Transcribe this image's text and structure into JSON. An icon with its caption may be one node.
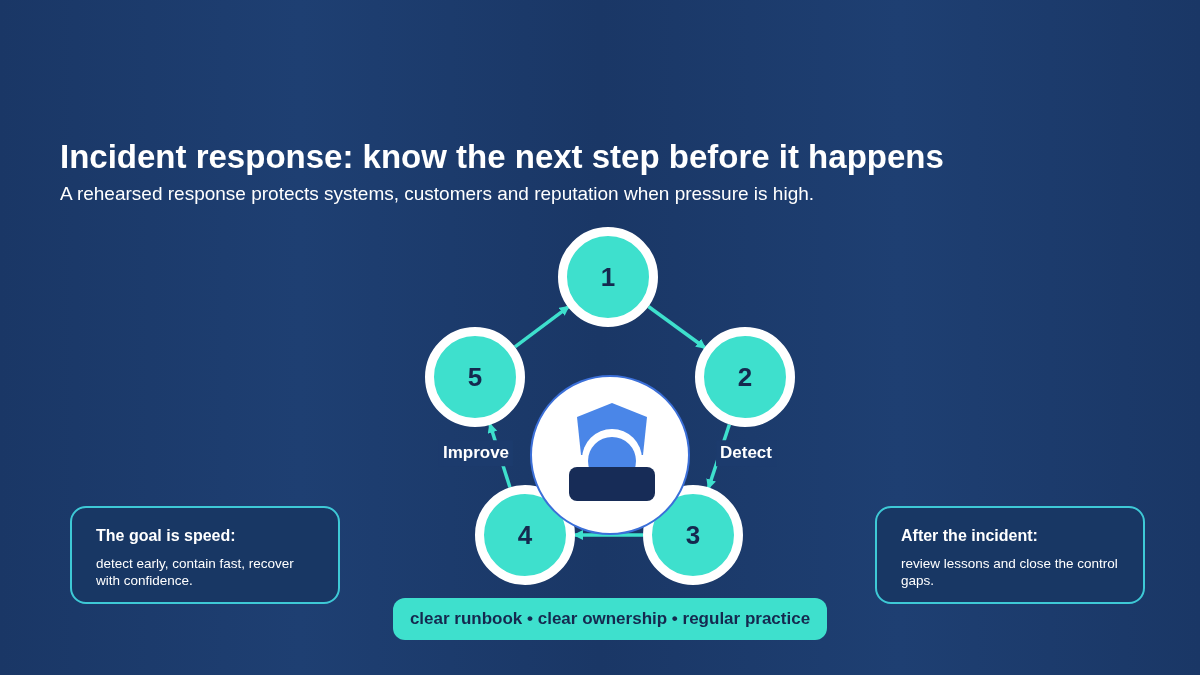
{
  "diagram": {
    "title": "Incident response: know the next step before it happens",
    "nodes": [
      {
        "text": [
          "1"
        ]
      },
      {
        "text": [
          "2"
        ]
      },
      {
        "text": [
          "3"
        ]
      },
      {
        "text": [
          "4"
        ]
      },
      {
        "text": [
          "5"
        ]
      },
      {
        "text": [],
        "shape": "circle"
      },
      {
        "text": [
          "The goal is speed:",
          "detect early, contain fast, recover with confidence."
        ]
      },
      {
        "text": [
          "After the incident:",
          "review lessons and close the control gaps."
        ]
      },
      {
        "text": [
          "clear runbook • clear ownership • regular practice"
        ]
      }
    ],
    "edges": [
      {
        "from": 0,
        "to": 1,
        "arrow": "to"
      },
      {
        "from": 1,
        "to": 2,
        "arrow": "to",
        "label": "Detect"
      },
      {
        "from": 2,
        "to": 3,
        "arrow": "to"
      },
      {
        "from": 3,
        "to": 4,
        "arrow": "to",
        "label": "Improve"
      },
      {
        "from": 4,
        "to": 0,
        "arrow": "to"
      }
    ],
    "labels": [
      "A rehearsed response protects systems, customers and reputation when pressure is high."
    ]
  }
}
